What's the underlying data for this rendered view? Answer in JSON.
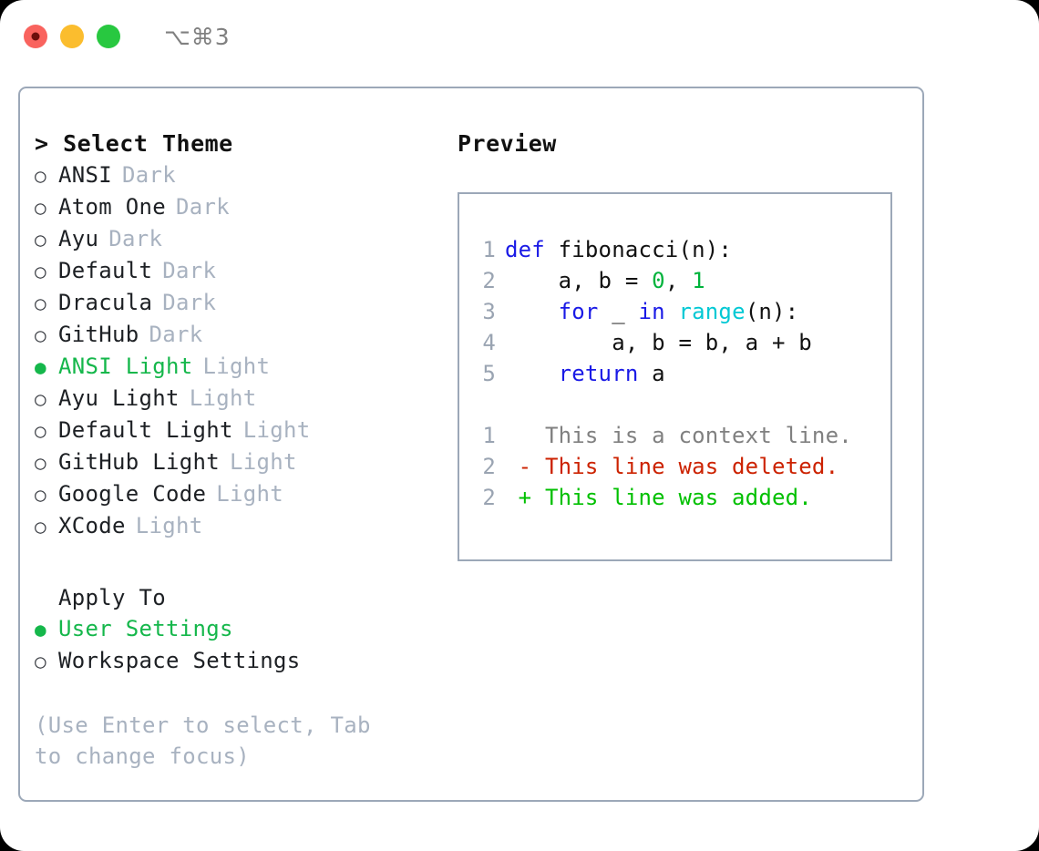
{
  "titlebar": {
    "shortcut_label": "⌥⌘3",
    "dots": [
      {
        "name": "close",
        "color": "#f9635e",
        "recording": true
      },
      {
        "name": "minimize",
        "color": "#fbbd2e",
        "recording": false
      },
      {
        "name": "maximize",
        "color": "#28c840",
        "recording": false
      }
    ]
  },
  "theme_picker": {
    "heading": "> Select Theme",
    "marker_selected": "●",
    "marker_unselected": "○",
    "options": [
      {
        "name": "ANSI",
        "suffix": "Dark",
        "selected": false
      },
      {
        "name": "Atom One",
        "suffix": "Dark",
        "selected": false
      },
      {
        "name": "Ayu",
        "suffix": "Dark",
        "selected": false
      },
      {
        "name": "Default",
        "suffix": "Dark",
        "selected": false
      },
      {
        "name": "Dracula",
        "suffix": "Dark",
        "selected": false
      },
      {
        "name": "GitHub",
        "suffix": "Dark",
        "selected": false
      },
      {
        "name": "ANSI Light",
        "suffix": "Light",
        "selected": true
      },
      {
        "name": "Ayu Light",
        "suffix": "Light",
        "selected": false
      },
      {
        "name": "Default Light",
        "suffix": "Light",
        "selected": false
      },
      {
        "name": "GitHub Light",
        "suffix": "Light",
        "selected": false
      },
      {
        "name": "Google Code",
        "suffix": "Light",
        "selected": false
      },
      {
        "name": "XCode",
        "suffix": "Light",
        "selected": false
      }
    ]
  },
  "apply_to": {
    "heading": "Apply To",
    "options": [
      {
        "name": "User Settings",
        "selected": true
      },
      {
        "name": "Workspace Settings",
        "selected": false
      }
    ]
  },
  "hint": "(Use Enter to select, Tab to change focus)",
  "preview": {
    "heading": "Preview",
    "code_lines": [
      {
        "number": "1",
        "tokens": [
          {
            "text": "def ",
            "kind": "kw"
          },
          {
            "text": "fibonacci(n):",
            "kind": "plain"
          }
        ]
      },
      {
        "number": "2",
        "tokens": [
          {
            "text": "    a, b = ",
            "kind": "plain"
          },
          {
            "text": "0",
            "kind": "num"
          },
          {
            "text": ", ",
            "kind": "plain"
          },
          {
            "text": "1",
            "kind": "num"
          }
        ]
      },
      {
        "number": "3",
        "tokens": [
          {
            "text": "    for ",
            "kind": "kw"
          },
          {
            "text": "_ ",
            "kind": "plain"
          },
          {
            "text": "in ",
            "kind": "kw"
          },
          {
            "text": "range",
            "kind": "fn"
          },
          {
            "text": "(n):",
            "kind": "plain"
          }
        ]
      },
      {
        "number": "4",
        "tokens": [
          {
            "text": "        a, b = b, a + b",
            "kind": "plain"
          }
        ]
      },
      {
        "number": "5",
        "tokens": [
          {
            "text": "    return ",
            "kind": "kw"
          },
          {
            "text": "a",
            "kind": "plain"
          }
        ]
      }
    ],
    "diff_lines": [
      {
        "number": "1",
        "tokens": [
          {
            "text": "   This is a context line.",
            "kind": "ctx"
          }
        ]
      },
      {
        "number": "2",
        "tokens": [
          {
            "text": " - This line was deleted.",
            "kind": "del"
          }
        ]
      },
      {
        "number": "2",
        "tokens": [
          {
            "text": " + This line was added.",
            "kind": "add"
          }
        ]
      }
    ]
  },
  "colors": {
    "accent_green": "#15b74b",
    "border": "#9ca8b8",
    "muted": "#a8b2c0",
    "keyword": "#1a1ae6",
    "function": "#00c8d4",
    "number": "#00b33c",
    "diff_delete": "#cc2200",
    "diff_add": "#00c000",
    "context": "#808080"
  }
}
